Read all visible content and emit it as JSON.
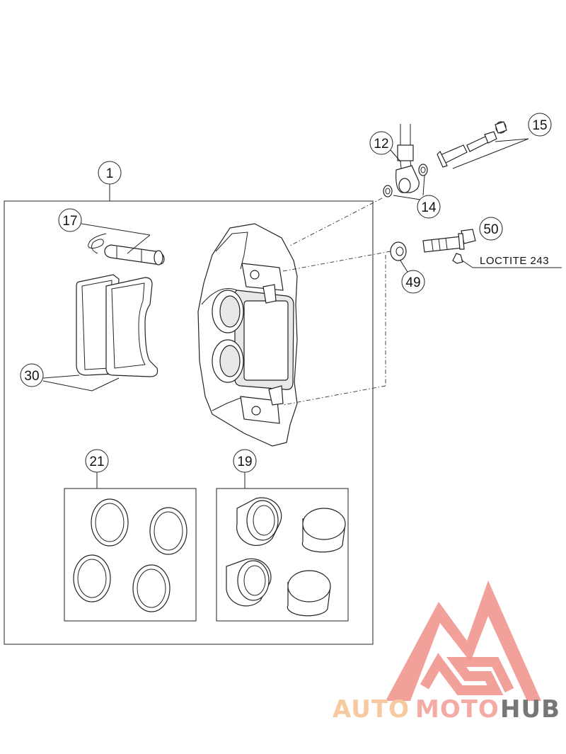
{
  "callouts": {
    "c1": "1",
    "c12": "12",
    "c14": "14",
    "c15": "15",
    "c17": "17",
    "c19": "19",
    "c21": "21",
    "c30": "30",
    "c49": "49",
    "c50": "50"
  },
  "note": "LOCTITE 243",
  "watermark": {
    "part1": "AUTO",
    "part2": "MOTO",
    "part3": "HUB",
    "colors": {
      "auto": "#f6c79a",
      "moto": "#f4a79f",
      "hub": "#6f6f6f",
      "logo": "#f1908a"
    }
  }
}
